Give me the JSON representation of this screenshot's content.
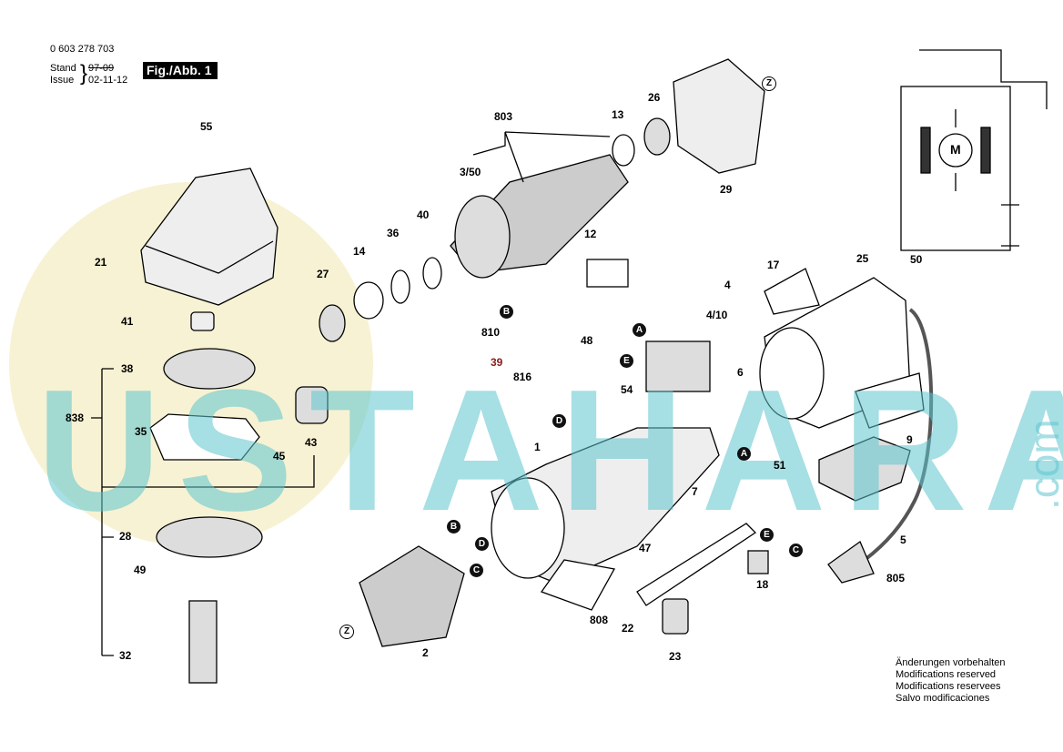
{
  "header": {
    "part_number": "0 603 278 703",
    "stand_label": "Stand",
    "stand_value": "97-09",
    "issue_label": "Issue",
    "issue_value": "02-11-12",
    "figure": "Fig./Abb. 1"
  },
  "watermark": {
    "text": "USTAHARA",
    "suffix": ".com"
  },
  "labels": [
    "55",
    "21",
    "41",
    "38",
    "838",
    "35",
    "45",
    "43",
    "28",
    "49",
    "32",
    "27",
    "14",
    "36",
    "40",
    "803",
    "3/50",
    "13",
    "26",
    "29",
    "12",
    "810",
    "39",
    "816",
    "48",
    "54",
    "4",
    "4/10",
    "6",
    "17",
    "25",
    "50",
    "9",
    "51",
    "1",
    "7",
    "47",
    "18",
    "808",
    "22",
    "23",
    "2",
    "5",
    "805"
  ],
  "connectors": [
    "Z",
    "B",
    "A",
    "E",
    "D",
    "A",
    "B",
    "D",
    "C",
    "Z",
    "E",
    "C"
  ],
  "schematic": {
    "motor_label": "M"
  },
  "notes": [
    "Änderungen vorbehalten",
    "Modifications reserved",
    "Modifications reservees",
    "Salvo modificaciones"
  ],
  "colors": {
    "watermark": "#5ec6cf",
    "watermark_circle": "#efe6a8",
    "label_39": "#8a1a1a"
  }
}
